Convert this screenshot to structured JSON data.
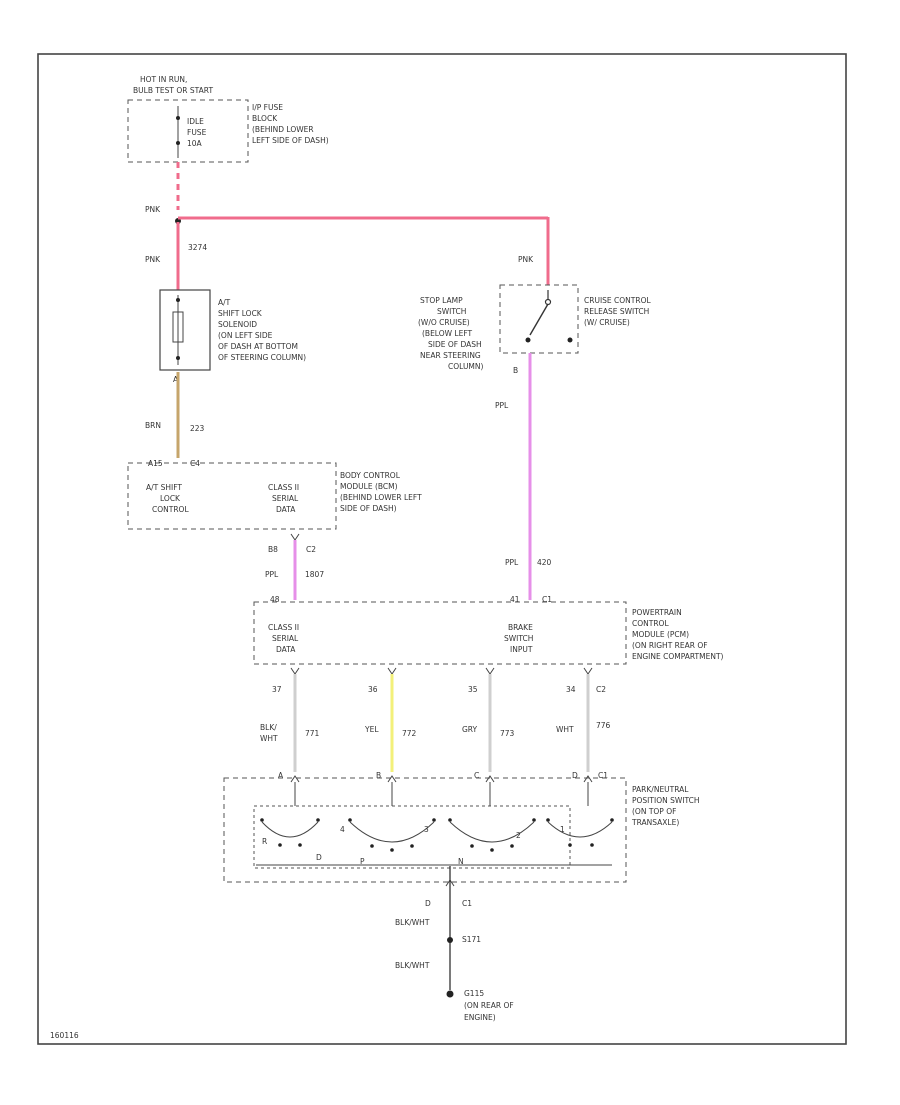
{
  "diagram": {
    "fuse_header_line1": "HOT IN RUN,",
    "fuse_header_line2": "BULB TEST OR START",
    "fuse_name_1": "IDLE",
    "fuse_name_2": "FUSE",
    "fuse_name_3": "10A",
    "fuse_block": [
      "I/P FUSE",
      "BLOCK",
      "(BEHIND LOWER",
      "LEFT SIDE OF DASH)"
    ],
    "wire_pnk_splice": "PNK",
    "wire_pnk_lower": "PNK",
    "circuit_main": "3274",
    "wire_pnk_right": "PNK",
    "stoplamp_switch": [
      "STOP LAMP",
      "SWITCH",
      "(W/O CRUISE)",
      "(BELOW LEFT",
      "SIDE OF DASH",
      "NEAR STEERING",
      "COLUMN)"
    ],
    "cruise_switch": [
      "CRUISE CONTROL",
      "RELEASE SWITCH",
      "(W/ CRUISE)"
    ],
    "pin_b_switch": "B",
    "pin_a_solenoid": "A",
    "shift_solenoid": [
      "A/T",
      "SHIFT LOCK",
      "SOLENOID",
      "(ON LEFT SIDE",
      "OF DASH AT BOTTOM",
      "OF STEERING COLUMN)"
    ],
    "wire_brn": "BRN",
    "circuit_brn": "223",
    "bcm_pin_top": "A15",
    "bcm_conn_top": "C4",
    "bcm_left": [
      "A/T SHIFT",
      "LOCK",
      "CONTROL"
    ],
    "bcm_right": [
      "CLASS II",
      "SERIAL",
      "DATA"
    ],
    "bcm_desc": [
      "BODY CONTROL",
      "MODULE (BCM)",
      "(BEHIND LOWER LEFT",
      "SIDE OF DASH)"
    ],
    "bcm_pin_bottom": "B8",
    "bcm_conn_bottom": "C2",
    "wire_ppl_bcm": "PPL",
    "circuit_ppl_bcm": "1807",
    "wire_ppl_right": "PPL",
    "wire_ppl_right2": "PPL",
    "circuit_ppl_right": "420",
    "pcm_pin_left": "48",
    "pcm_pin_right": "41",
    "pcm_conn_right": "C1",
    "pcm_left": [
      "CLASS II",
      "SERIAL",
      "DATA"
    ],
    "pcm_mid": [
      "BRAKE",
      "SWITCH",
      "INPUT"
    ],
    "pcm_desc": [
      "POWERTRAIN",
      "CONTROL",
      "MODULE (PCM)",
      "(ON RIGHT REAR OF",
      "ENGINE COMPARTMENT)"
    ],
    "pcm_pins_bottom": [
      "37",
      "36",
      "35",
      "34"
    ],
    "pcm_conn_bottom": "C2",
    "pnp_wire_colors": [
      "BLK/",
      "WHT",
      "YEL",
      "GRY",
      "WHT"
    ],
    "pnp_circuits": [
      "771",
      "772",
      "773",
      "776"
    ],
    "pnp_pins_top": [
      "A",
      "B",
      "C",
      "D"
    ],
    "pnp_conn_top": "C1",
    "pnp_switch": [
      "PARK/NEUTRAL",
      "POSITION SWITCH",
      "(ON TOP OF",
      "TRANSAXLE)"
    ],
    "pnp_inner_labels": [
      "R",
      "D",
      "4",
      "P",
      "3",
      "N",
      "2",
      "1"
    ],
    "ground_pin": "D",
    "ground_conn": "C1",
    "ground_wire_1": "BLK/WHT",
    "ground_splice": "S171",
    "ground_wire_2": "BLK/WHT",
    "ground_name": "G115",
    "ground_desc": [
      "(ON REAR OF",
      "ENGINE)"
    ],
    "diagram_id": "160116",
    "colors": {
      "pink": "#f06c8c",
      "purple": "#e68fe8",
      "brown": "#c6a56b",
      "yellow": "#f3f07a",
      "white": "#cfcfcf",
      "black": "#333333"
    }
  }
}
